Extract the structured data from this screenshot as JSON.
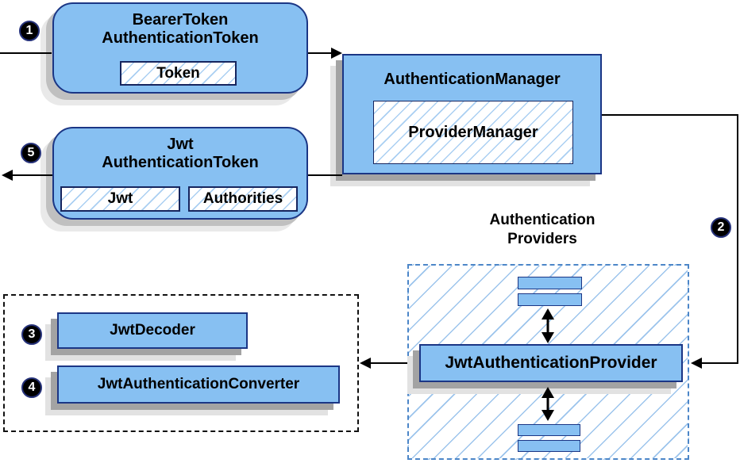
{
  "diagram": {
    "badges": {
      "step1": "1",
      "step2": "2",
      "step3": "3",
      "step4": "4",
      "step5": "5"
    },
    "bearer_token": {
      "title_line1": "BearerToken",
      "title_line2": "AuthenticationToken",
      "field": "Token"
    },
    "authentication_manager": {
      "title": "AuthenticationManager",
      "implementation": "ProviderManager"
    },
    "jwt_authentication_token": {
      "title_line1": "Jwt",
      "title_line2": "AuthenticationToken",
      "field1": "Jwt",
      "field2": "Authorities"
    },
    "authentication_providers": {
      "label_line1": "Authentication",
      "label_line2": "Providers",
      "provider": "JwtAuthenticationProvider"
    },
    "decoder_group": {
      "item1": "JwtDecoder",
      "item2": "JwtAuthenticationConverter"
    },
    "colors": {
      "node_fill": "#87c0f2",
      "node_border": "#1b3685",
      "hatch_line": "#aacff2",
      "dashed_blue_border": "#4c86c8",
      "dashed_black_border": "#111111",
      "shadow_gray": "#a3a3a3",
      "line_black": "#000000"
    }
  }
}
